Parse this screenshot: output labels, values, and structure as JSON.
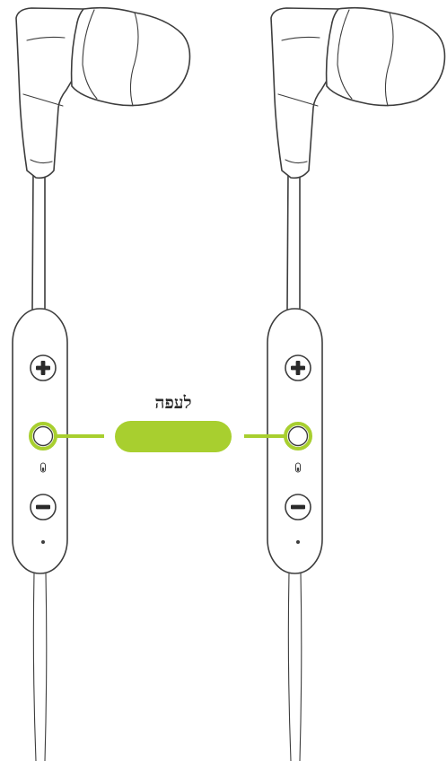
{
  "callout": {
    "label": "לעפה",
    "accent_color": "#a8cf2f"
  },
  "earphones": [
    {
      "id": "left",
      "buttons": [
        "plus-icon",
        "center-button",
        "minus-icon"
      ]
    },
    {
      "id": "right",
      "buttons": [
        "plus-icon",
        "center-button",
        "minus-icon"
      ]
    }
  ]
}
